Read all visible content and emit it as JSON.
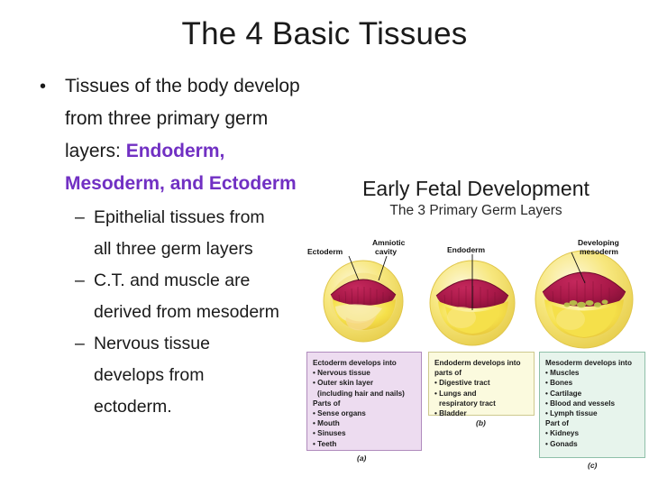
{
  "slide": {
    "title": "The 4 Basic Tissues",
    "accent_color": "#7130c3"
  },
  "body": {
    "bullet_marker": "•",
    "dash_marker": "–",
    "main_bullet": {
      "text_before": "Tissues of the body develop from three primary germ layers:  ",
      "highlight": "Endoderm, Mesoderm, and Ectoderm"
    },
    "sub_bullets": [
      {
        "line1": "Epithelial tissues from",
        "line2": "all three germ layers"
      },
      {
        "line1": "C.T. and muscle are",
        "line2": "derived from mesoderm"
      },
      {
        "line1": "Nervous tissue",
        "line2": "develops from",
        "line3": "ectoderm."
      }
    ]
  },
  "figure": {
    "title": "Early Fetal Development",
    "subtitle": "The 3 Primary Germ Layers",
    "embryo_labels": [
      {
        "text": "Ectoderm"
      },
      {
        "text": "Amniotic"
      },
      {
        "text": "cavity"
      },
      {
        "text": "Endoderm"
      },
      {
        "text": "Developing"
      },
      {
        "text": "mesoderm"
      }
    ],
    "boxes": [
      {
        "id": "a",
        "caption": "(a)",
        "fill": "#eddcf0",
        "border": "#b08bbd",
        "heading": "Ectoderm develops into",
        "items": [
          {
            "text": "• Nervous tissue",
            "continuation": false
          },
          {
            "text": "• Outer skin layer",
            "continuation": false
          },
          {
            "text": "(including hair and nails)",
            "continuation": true
          },
          {
            "text": "Parts of",
            "continuation": false
          },
          {
            "text": "• Sense organs",
            "continuation": false
          },
          {
            "text": "• Mouth",
            "continuation": false
          },
          {
            "text": "• Sinuses",
            "continuation": false
          },
          {
            "text": "• Teeth",
            "continuation": false
          }
        ]
      },
      {
        "id": "b",
        "caption": "(b)",
        "fill": "#fbfade",
        "border": "#cdc98e",
        "heading": "Endoderm develops into",
        "items": [
          {
            "text": "parts of",
            "continuation": false
          },
          {
            "text": "• Digestive tract",
            "continuation": false
          },
          {
            "text": "• Lungs and",
            "continuation": false
          },
          {
            "text": "respiratory tract",
            "continuation": true
          },
          {
            "text": "• Bladder",
            "continuation": false
          }
        ]
      },
      {
        "id": "c",
        "caption": "(c)",
        "fill": "#e7f4ec",
        "border": "#8fc0a9",
        "heading": "Mesoderm develops into",
        "items": [
          {
            "text": "• Muscles",
            "continuation": false
          },
          {
            "text": "• Bones",
            "continuation": false
          },
          {
            "text": "• Cartilage",
            "continuation": false
          },
          {
            "text": "• Blood and vessels",
            "continuation": false
          },
          {
            "text": "• Lymph tissue",
            "continuation": false
          },
          {
            "text": "Part of",
            "continuation": false
          },
          {
            "text": "• Kidneys",
            "continuation": false
          },
          {
            "text": "• Gonads",
            "continuation": false
          }
        ]
      }
    ]
  }
}
